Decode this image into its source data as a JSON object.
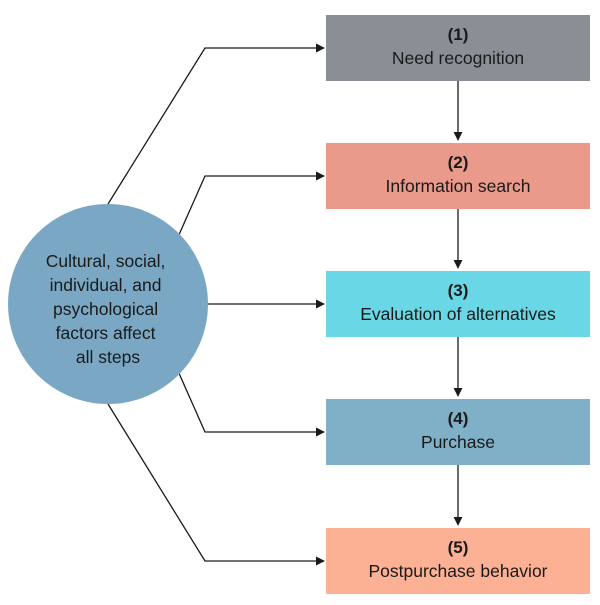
{
  "factors": {
    "lines": [
      "Cultural, social,",
      "individual, and",
      "psychological",
      "factors affect",
      "all steps"
    ],
    "color": "#7aa8c4"
  },
  "steps": [
    {
      "number": "(1)",
      "label": "Need recognition",
      "color": "#8a8f96"
    },
    {
      "number": "(2)",
      "label": "Information search",
      "color": "#ea9a8a"
    },
    {
      "number": "(3)",
      "label": "Evaluation of alternatives",
      "color": "#6ad7e6"
    },
    {
      "number": "(4)",
      "label": "Purchase",
      "color": "#7fb0c8"
    },
    {
      "number": "(5)",
      "label": "Postpurchase behavior",
      "color": "#fcb094"
    }
  ],
  "line_color": "#1a1a1a"
}
